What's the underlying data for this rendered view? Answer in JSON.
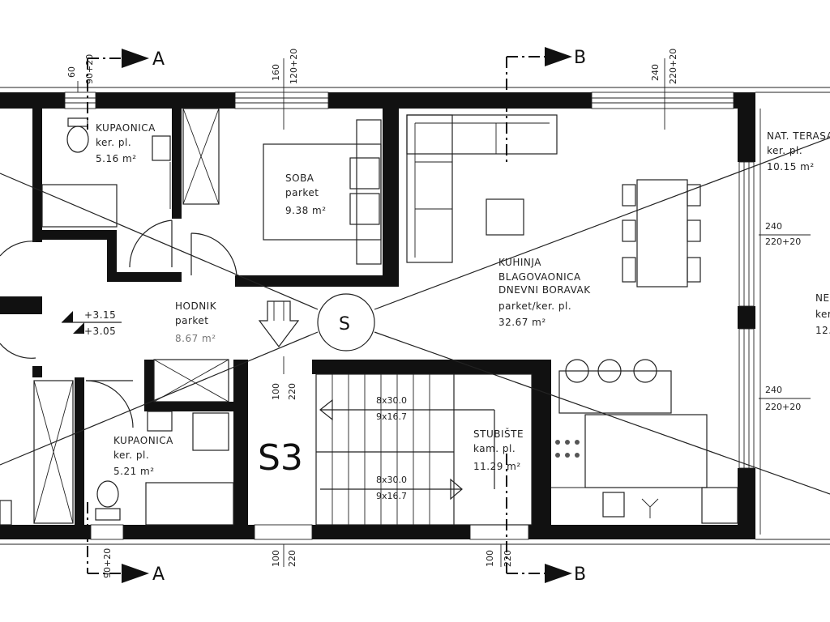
{
  "rooms": {
    "kupaonica_top": {
      "name": "KUPAONICA",
      "floor": "ker. pl.",
      "area": "5.16 m²"
    },
    "soba": {
      "name": "SOBA",
      "floor": "parket",
      "area": "9.38 m²"
    },
    "kuhinja": {
      "name1": "KUHINJA",
      "name2": "BLAGOVAONICA",
      "name3": "DNEVNI BORAVAK",
      "floor": "parket/ker. pl.",
      "area": "32.67 m²"
    },
    "terasa": {
      "name": "NAT. TERASA",
      "floor": "ker. pl.",
      "area": "10.15 m²"
    },
    "terasa2": {
      "name": "NE",
      "floor": "ker",
      "area": "12."
    },
    "hodnik": {
      "name": "HODNIK",
      "floor": "parket",
      "area": "8.67 m²"
    },
    "kupaonica_bottom": {
      "name": "KUPAONICA",
      "floor": "ker. pl.",
      "area": "5.21 m²"
    },
    "stubiste": {
      "name": "STUBIŠTE",
      "floor": "kam. pl.",
      "area": "11.29 m²"
    }
  },
  "levels": {
    "upper": "+3.15",
    "lower": "+3.05"
  },
  "stair_label": "S3",
  "shaft_label": "S",
  "stairs": {
    "flight1_a": "8x30.0",
    "flight1_b": "9x16.7",
    "flight2_a": "8x30.0",
    "flight2_b": "9x16.7"
  },
  "section_marks": {
    "a": "A",
    "b": "B"
  },
  "dims": {
    "d60": "60",
    "d90_20_top": "90+20",
    "d160": "160",
    "d120_20": "120+20",
    "d240_top": "240",
    "d220_20_top": "220+20",
    "d240_r1": "240",
    "d220_20_r1": "220+20",
    "d240_r2": "240",
    "d220_20_r2": "220+20",
    "d100_a": "100",
    "d220_a": "220",
    "d100_b": "100",
    "d220_b": "220",
    "d100_c": "100",
    "d220_c": "220",
    "d90_20_bottom": "90+20"
  }
}
